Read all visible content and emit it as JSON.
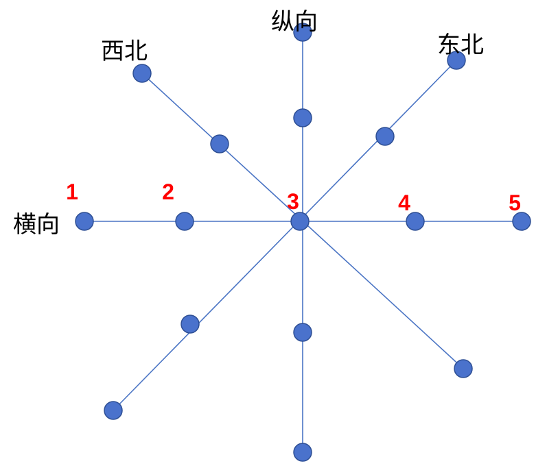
{
  "labels": {
    "vertical": "纵向",
    "northwest": "西北",
    "northeast": "东北",
    "horizontal": "横向"
  },
  "numbers": [
    "1",
    "2",
    "3",
    "4",
    "5"
  ],
  "colors": {
    "line": "#4a74c4",
    "node_fill": "#4a72cc",
    "node_stroke": "#2e4f94",
    "number_text": "#ff0000"
  }
}
